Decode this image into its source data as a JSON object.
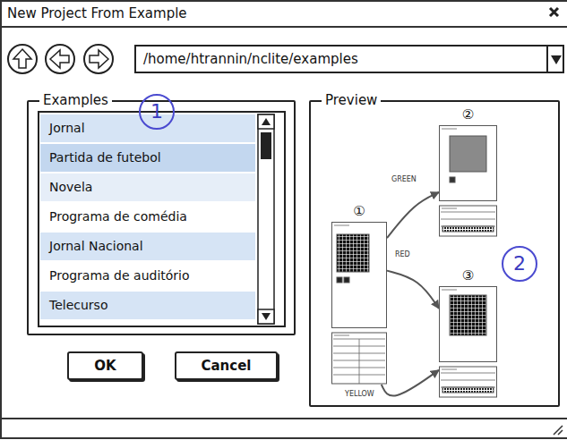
{
  "diagram": {
    "title": "New Project From Example",
    "nodes": [
      {
        "text": [
          "/home/htrannin/nclite/examples"
        ]
      },
      {
        "text": [
          "Examples"
        ]
      },
      {
        "text": [
          "Jornal"
        ],
        "in": 1
      },
      {
        "text": [
          "Partida de futebol"
        ],
        "in": 1
      },
      {
        "text": [
          "Novela"
        ],
        "in": 1
      },
      {
        "text": [
          "Programa de comédia"
        ],
        "in": 1
      },
      {
        "text": [
          "Jornal Nacional"
        ],
        "in": 1
      },
      {
        "text": [
          "Programa de auditório"
        ],
        "in": 1
      },
      {
        "text": [
          "Telecurso"
        ],
        "in": 1
      },
      {
        "text": [
          "OK"
        ]
      },
      {
        "text": [
          "Cancel"
        ]
      },
      {
        "text": [
          "Preview"
        ]
      },
      {
        "text": [
          "②"
        ],
        "in": 11
      },
      {
        "text": [
          "①"
        ],
        "in": 11
      },
      {
        "text": [
          "③"
        ],
        "in": 11
      }
    ],
    "edges": [
      {
        "from": 13,
        "to": 12,
        "arrow": "to",
        "label": "GREEN"
      },
      {
        "from": 13,
        "to": 14,
        "arrow": "to",
        "label": "RED"
      },
      {
        "from": 13,
        "to": 14,
        "arrow": "to",
        "label": "YELLOW"
      }
    ],
    "labels": [
      "1",
      "2"
    ]
  }
}
